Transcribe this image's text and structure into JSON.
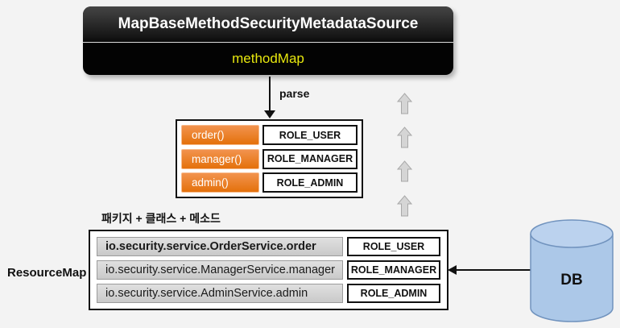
{
  "header": {
    "title": "MapBaseMethodSecurityMetadataSource",
    "field": "methodMap"
  },
  "parse_label": "parse",
  "methodmap_table": {
    "rows": [
      {
        "method": "order()",
        "role": "ROLE_USER"
      },
      {
        "method": "manager()",
        "role": "ROLE_MANAGER"
      },
      {
        "method": "admin()",
        "role": "ROLE_ADMIN"
      }
    ]
  },
  "resourcemap_table": {
    "caption": "패키지 + 클래스 + 메소드",
    "side_label": "ResourceMap",
    "rows": [
      {
        "resource": "io.security.service.OrderService.order",
        "role": "ROLE_USER"
      },
      {
        "resource": "io.security.service.ManagerService.manager",
        "role": "ROLE_MANAGER"
      },
      {
        "resource": "io.security.service.AdminService.admin",
        "role": "ROLE_ADMIN"
      }
    ]
  },
  "db": {
    "label": "DB"
  },
  "colors": {
    "background": "#F3F3F3",
    "orange_cell": "#E4710B",
    "field_yellow": "#E8E80E",
    "db_fill": "#ACC8E8",
    "db_stroke": "#7193BE",
    "gray_cell": "#D2D2D2",
    "arrow_gray": "#D5D5D5"
  },
  "icons": {
    "up_arrow_count": 4
  }
}
